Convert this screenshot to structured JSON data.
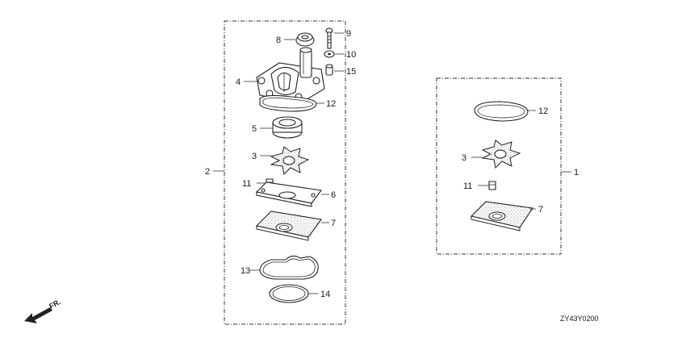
{
  "diagram": {
    "drawing_code": "ZY43Y0200",
    "direction_label": "FR.",
    "left_group": {
      "group_callout": "2",
      "callouts": [
        "8",
        "9",
        "10",
        "4",
        "15",
        "12",
        "5",
        "3",
        "11",
        "6",
        "7",
        "13",
        "14"
      ]
    },
    "right_group": {
      "group_callout": "1",
      "callouts": [
        "12",
        "3",
        "11",
        "7"
      ]
    }
  }
}
